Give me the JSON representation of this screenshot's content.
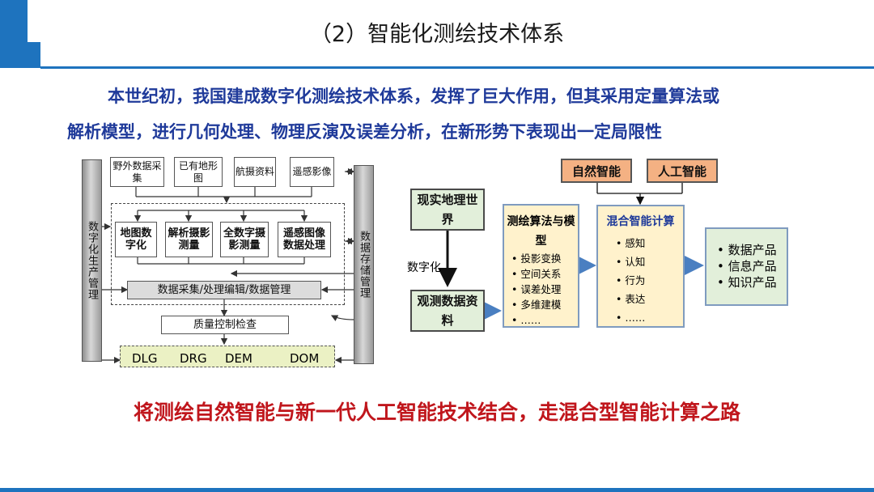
{
  "title": "（2）智能化测绘技术体系",
  "intro": {
    "line1": "本世纪初，我国建成数字化测绘技术体系，发挥了巨大作用，但其采用定量算法或",
    "line2": "解析模型，进行几何处理、物理反演及误差分析，在新形势下表现出一定局限性"
  },
  "left_diagram": {
    "left_bar": "数字化生产管理",
    "right_bar": "数据存储管理",
    "sources": [
      "野外数据采集",
      "已有地形图",
      "航摄资料",
      "遥感影像"
    ],
    "processes": [
      "地图数字化",
      "解析摄影测量",
      "全数字摄影测量",
      "遥感图像数据处理"
    ],
    "management": "数据采集/处理编辑/数据管理",
    "quality": "质量控制检查",
    "products": [
      "DLG",
      "DRG",
      "DEM",
      "DOM"
    ]
  },
  "right_diagram": {
    "real_world": "现实地理世界",
    "digitize_label": "数字化",
    "observed": "观测数据资料",
    "natural_ai": "自然智能",
    "artificial_ai": "人工智能",
    "algo_title": "测绘算法与模型",
    "algo_items": [
      "投影变换",
      "空间关系",
      "误差处理",
      "多维建模",
      "……"
    ],
    "hybrid_title": "混合智能计算",
    "hybrid_items": [
      "感知",
      "认知",
      "行为",
      "表达",
      "……"
    ],
    "products": [
      "数据产品",
      "信息产品",
      "知识产品"
    ]
  },
  "slogan": "将测绘自然智能与新一代人工智能技术结合，走混合型智能计算之路",
  "colors": {
    "accent": "#1e73be",
    "intro_text": "#1f3a9a",
    "slogan": "#c0161c",
    "green_box": "#e2efda",
    "orange_box": "#f4b183",
    "yellow_box": "#fff2cc"
  }
}
